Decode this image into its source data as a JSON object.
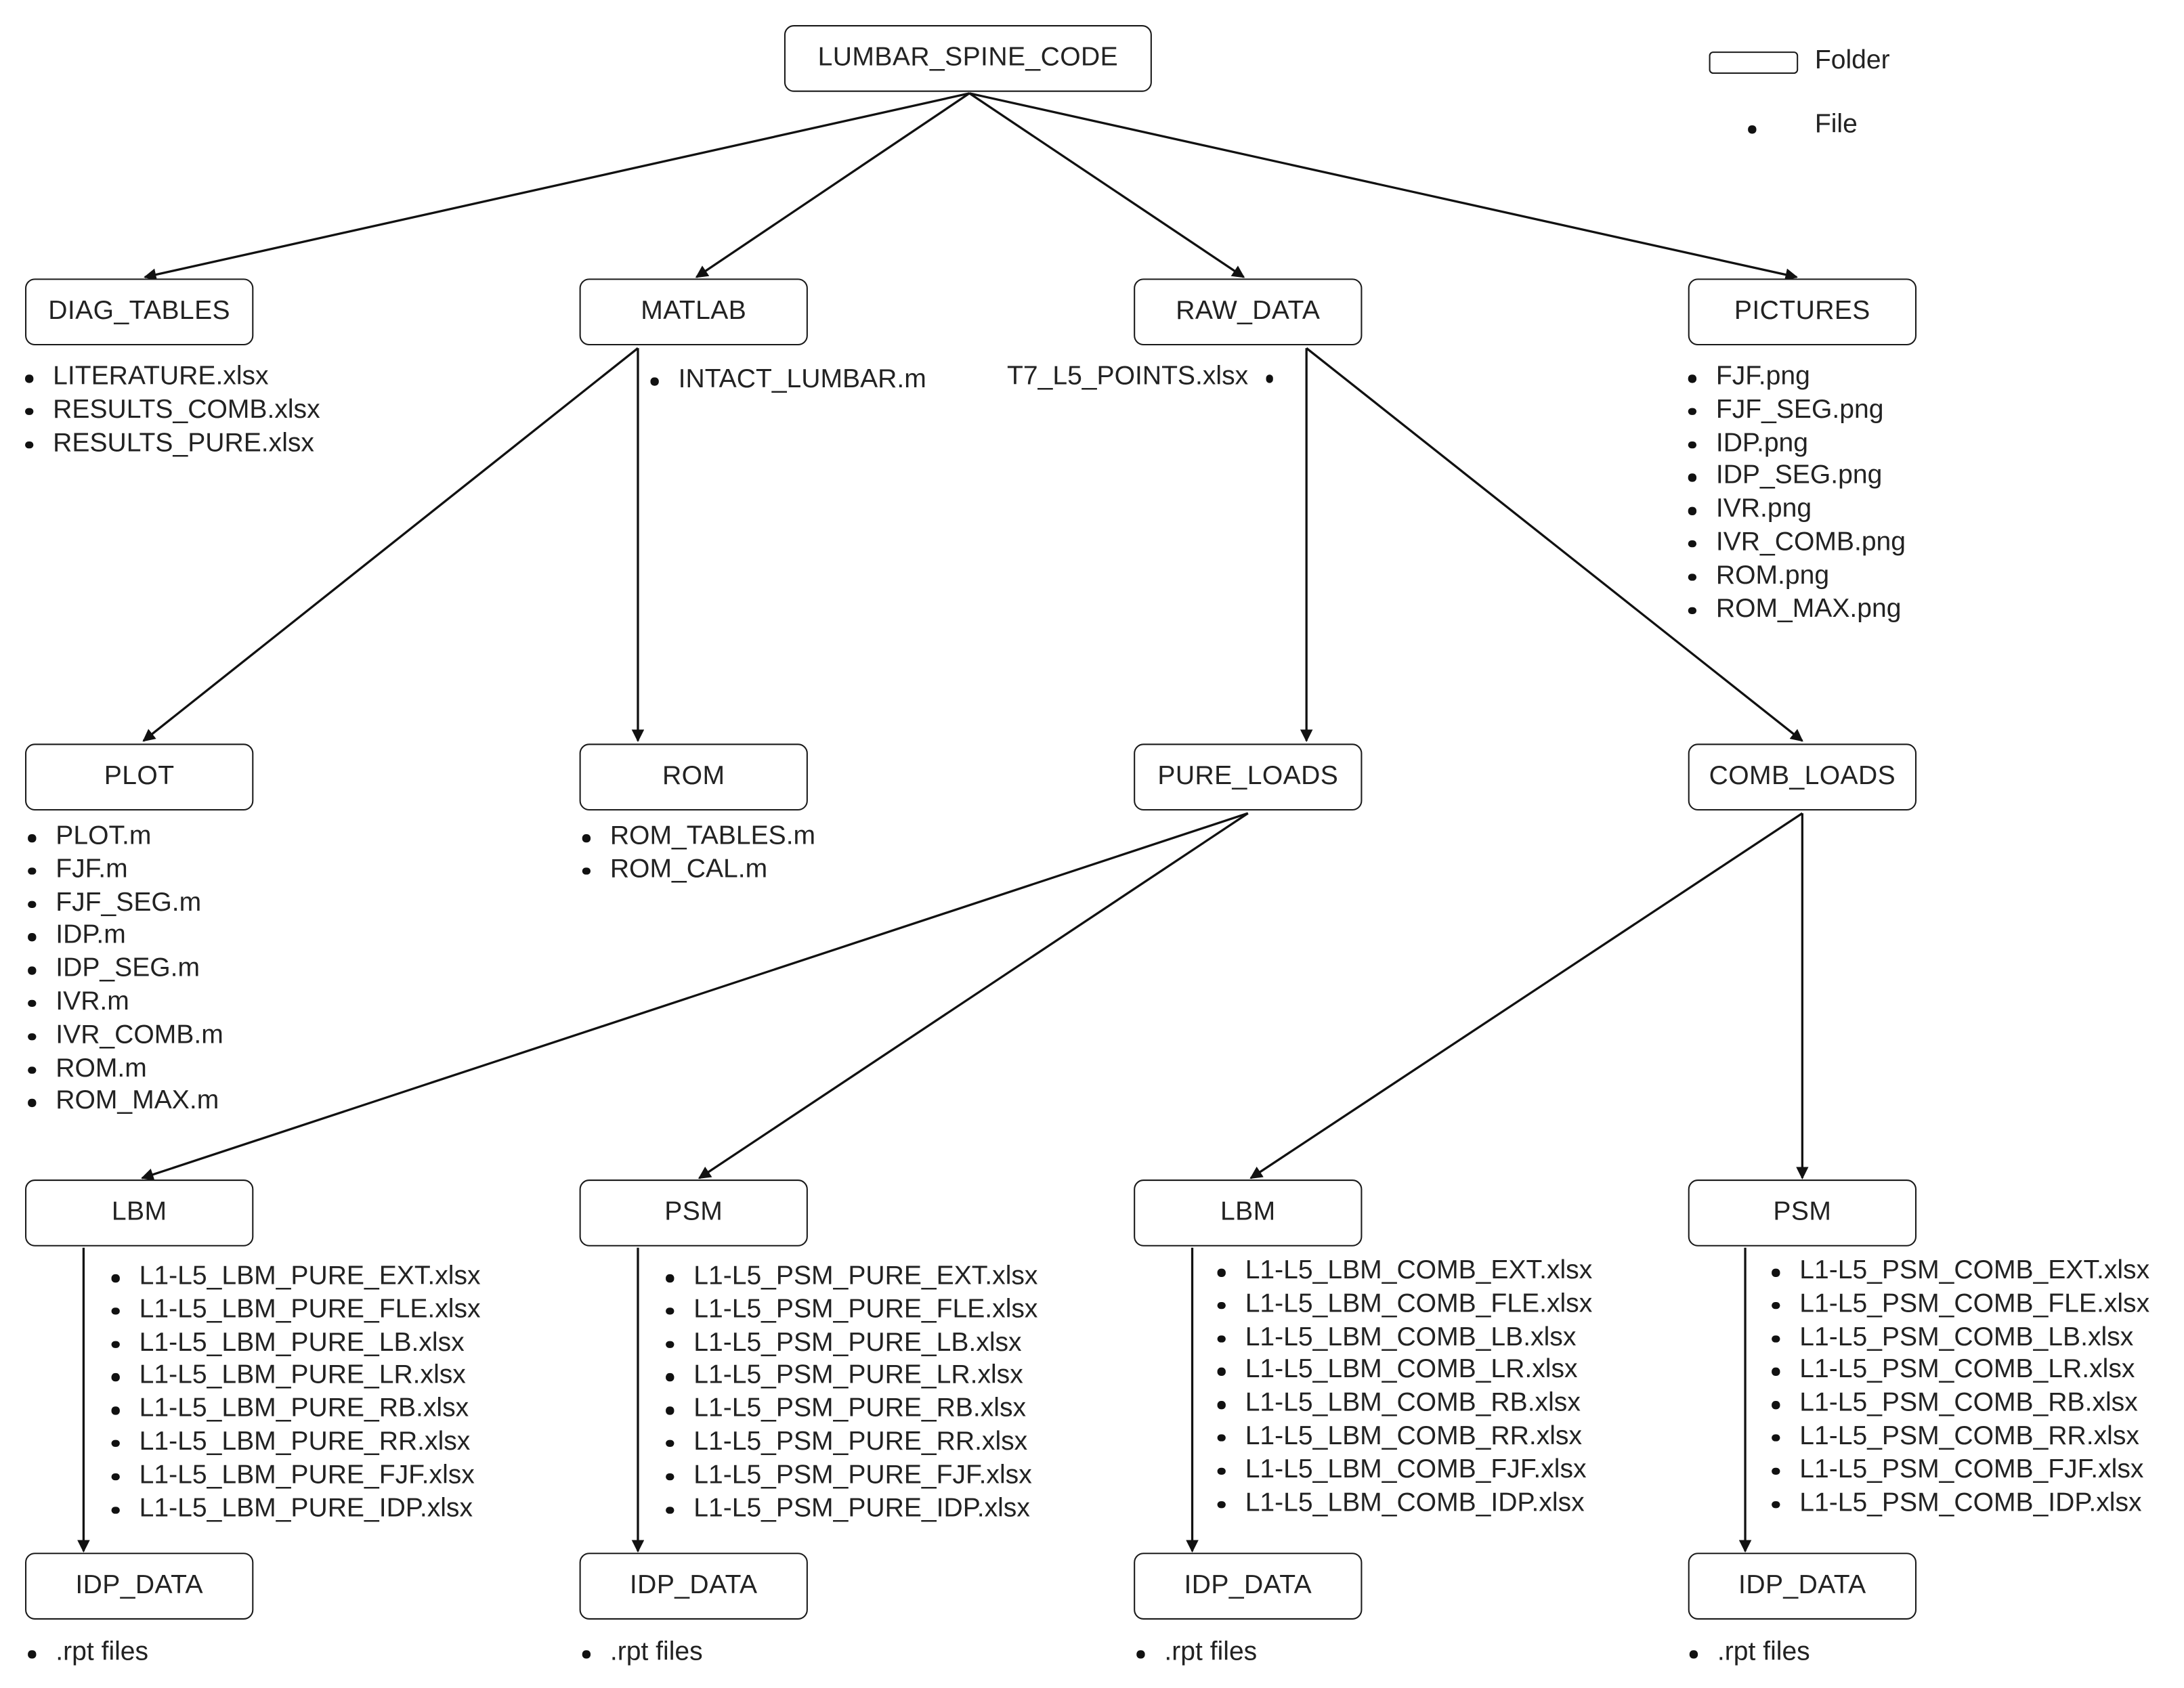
{
  "legend": {
    "folder_label": "Folder",
    "file_label": "File"
  },
  "root": {
    "label": "LUMBAR_SPINE_CODE"
  },
  "folders": {
    "diag_tables": {
      "label": "DIAG_TABLES",
      "files": [
        "LITERATURE.xlsx",
        "RESULTS_COMB.xlsx",
        "RESULTS_PURE.xlsx"
      ]
    },
    "matlab": {
      "label": "MATLAB",
      "files": [
        "INTACT_LUMBAR.m"
      ]
    },
    "raw_data": {
      "label": "RAW_DATA",
      "files": [
        "T7_L5_POINTS.xlsx"
      ]
    },
    "pictures": {
      "label": "PICTURES",
      "files": [
        "FJF.png",
        "FJF_SEG.png",
        "IDP.png",
        "IDP_SEG.png",
        "IVR.png",
        "IVR_COMB.png",
        "ROM.png",
        "ROM_MAX.png"
      ]
    },
    "plot": {
      "label": "PLOT",
      "files": [
        "PLOT.m",
        "FJF.m",
        "FJF_SEG.m",
        "IDP.m",
        "IDP_SEG.m",
        "IVR.m",
        "IVR_COMB.m",
        "ROM.m",
        "ROM_MAX.m"
      ]
    },
    "rom": {
      "label": "ROM",
      "files": [
        "ROM_TABLES.m",
        "ROM_CAL.m"
      ]
    },
    "pure_loads": {
      "label": "PURE_LOADS",
      "files": []
    },
    "comb_loads": {
      "label": "COMB_LOADS",
      "files": []
    },
    "lbm_pure": {
      "label": "LBM",
      "files": [
        "L1-L5_LBM_PURE_EXT.xlsx",
        "L1-L5_LBM_PURE_FLE.xlsx",
        "L1-L5_LBM_PURE_LB.xlsx",
        "L1-L5_LBM_PURE_LR.xlsx",
        "L1-L5_LBM_PURE_RB.xlsx",
        "L1-L5_LBM_PURE_RR.xlsx",
        "L1-L5_LBM_PURE_FJF.xlsx",
        "L1-L5_LBM_PURE_IDP.xlsx"
      ]
    },
    "psm_pure": {
      "label": "PSM",
      "files": [
        "L1-L5_PSM_PURE_EXT.xlsx",
        "L1-L5_PSM_PURE_FLE.xlsx",
        "L1-L5_PSM_PURE_LB.xlsx",
        "L1-L5_PSM_PURE_LR.xlsx",
        "L1-L5_PSM_PURE_RB.xlsx",
        "L1-L5_PSM_PURE_RR.xlsx",
        "L1-L5_PSM_PURE_FJF.xlsx",
        "L1-L5_PSM_PURE_IDP.xlsx"
      ]
    },
    "lbm_comb": {
      "label": "LBM",
      "files": [
        "L1-L5_LBM_COMB_EXT.xlsx",
        "L1-L5_LBM_COMB_FLE.xlsx",
        "L1-L5_LBM_COMB_LB.xlsx",
        "L1-L5_LBM_COMB_LR.xlsx",
        "L1-L5_LBM_COMB_RB.xlsx",
        "L1-L5_LBM_COMB_RR.xlsx",
        "L1-L5_LBM_COMB_FJF.xlsx",
        "L1-L5_LBM_COMB_IDP.xlsx"
      ]
    },
    "psm_comb": {
      "label": "PSM",
      "files": [
        "L1-L5_PSM_COMB_EXT.xlsx",
        "L1-L5_PSM_COMB_FLE.xlsx",
        "L1-L5_PSM_COMB_LB.xlsx",
        "L1-L5_PSM_COMB_LR.xlsx",
        "L1-L5_PSM_COMB_RB.xlsx",
        "L1-L5_PSM_COMB_RR.xlsx",
        "L1-L5_PSM_COMB_FJF.xlsx",
        "L1-L5_PSM_COMB_IDP.xlsx"
      ]
    },
    "idp_data_lbm_pure": {
      "label": "IDP_DATA",
      "files": [
        ".rpt files"
      ]
    },
    "idp_data_psm_pure": {
      "label": "IDP_DATA",
      "files": [
        ".rpt files"
      ]
    },
    "idp_data_lbm_comb": {
      "label": "IDP_DATA",
      "files": [
        ".rpt files"
      ]
    },
    "idp_data_psm_comb": {
      "label": "IDP_DATA",
      "files": [
        ".rpt files"
      ]
    }
  }
}
